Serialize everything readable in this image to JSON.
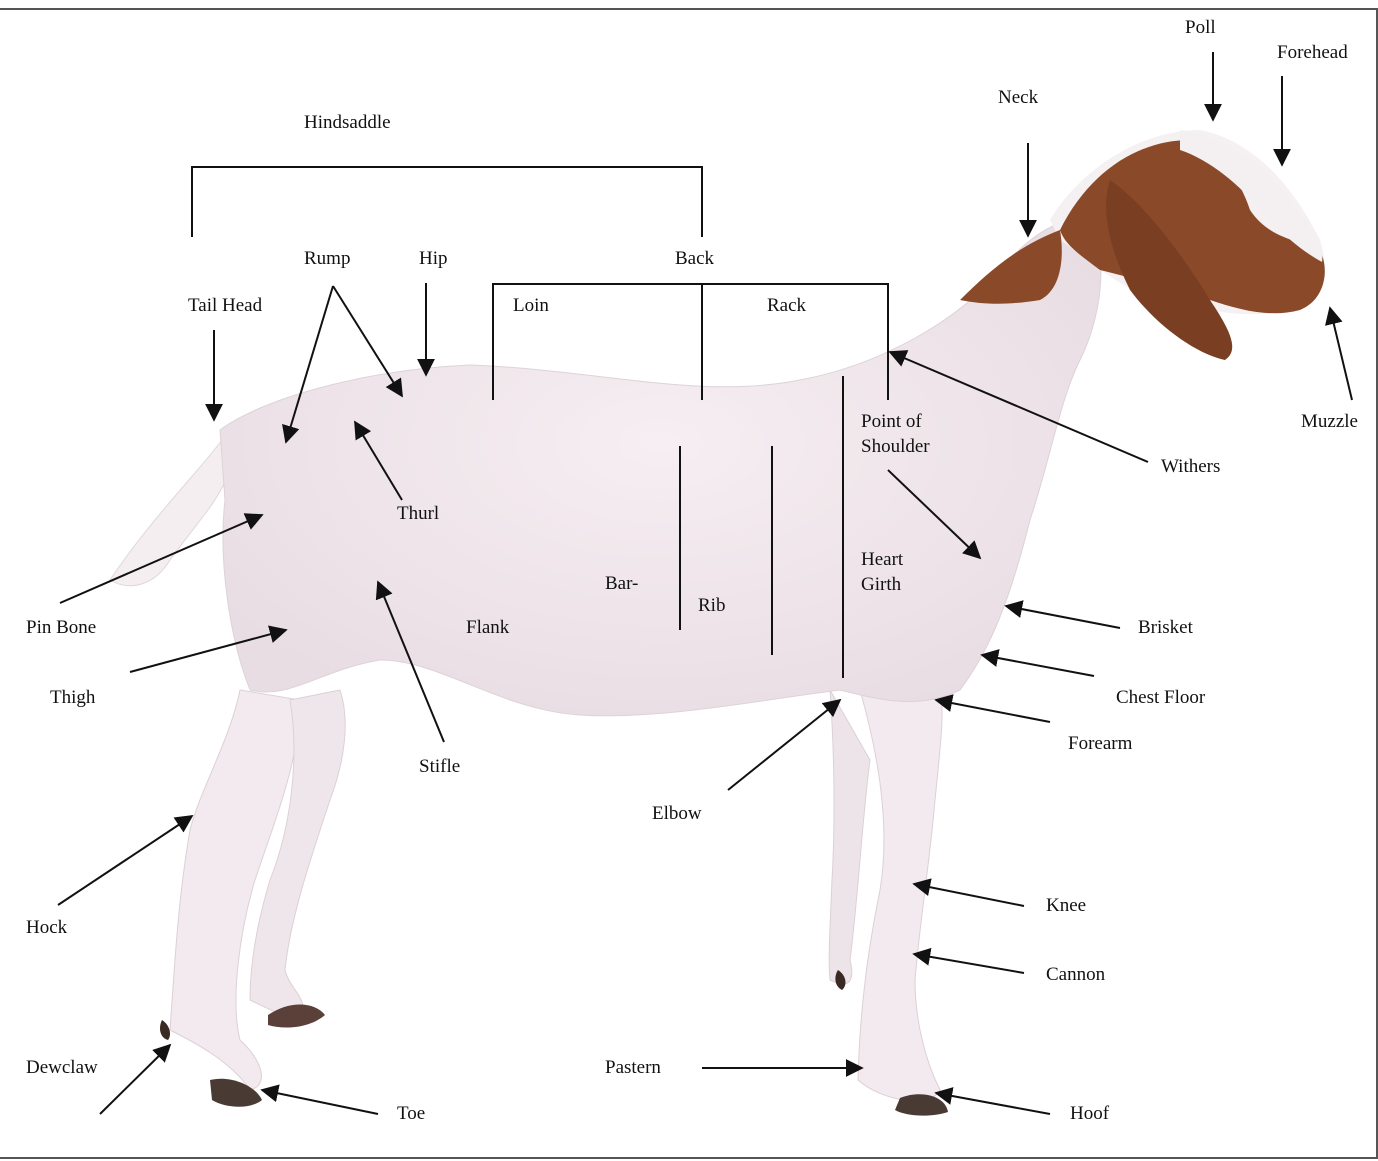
{
  "diagram": {
    "labels": {
      "hindsaddle": "Hindsaddle",
      "poll": "Poll",
      "forehead": "Forehead",
      "neck": "Neck",
      "rump": "Rump",
      "hip": "Hip",
      "back": "Back",
      "tail_head": "Tail Head",
      "loin": "Loin",
      "rack": "Rack",
      "point_of_shoulder_1": "Point of",
      "point_of_shoulder_2": "Shoulder",
      "muzzle": "Muzzle",
      "withers": "Withers",
      "thurl": "Thurl",
      "heart_girth_1": "Heart",
      "heart_girth_2": "Girth",
      "barrel": "Bar-",
      "rib": "Rib",
      "flank": "Flank",
      "pin_bone": "Pin Bone",
      "brisket": "Brisket",
      "chest_floor": "Chest Floor",
      "thigh": "Thigh",
      "forearm": "Forearm",
      "stifle": "Stifle",
      "elbow": "Elbow",
      "knee": "Knee",
      "hock": "Hock",
      "cannon": "Cannon",
      "pastern": "Pastern",
      "dewclaw": "Dewclaw",
      "toe": "Toe",
      "hoof": "Hoof"
    },
    "colors": {
      "coat": "#f2e9ee",
      "head_brown": "#8a4a2a",
      "hoof": "#4a3a34",
      "line": "#111111"
    }
  }
}
